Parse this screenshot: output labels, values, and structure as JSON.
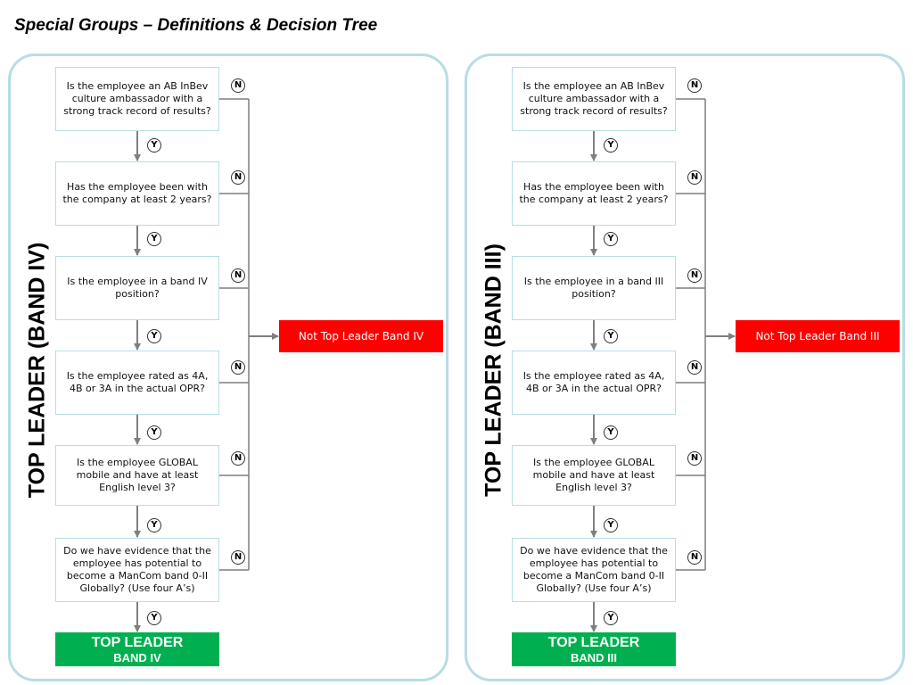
{
  "page": {
    "title": "Special Groups – Definitions & Decision Tree"
  },
  "panels": [
    {
      "side_label": "TOP LEADER  (BAND IV)",
      "questions": [
        "Is the employee an AB InBev culture ambassador with a strong track record of results?",
        "Has the employee been with the company at least 2 years?",
        "Is the employee in a band IV position?",
        "Is the employee rated as 4A, 4B or 3A in the actual OPR?",
        "Is the employee GLOBAL mobile and have at least English level 3?",
        "Do we have evidence that the employee has potential to become a ManCom band 0-II Globally? (Use four A’s)"
      ],
      "no_outcome": "Not Top Leader Band IV",
      "yes_outcome_line1": "TOP LEADER",
      "yes_outcome_line2": "BAND IV"
    },
    {
      "side_label": "TOP LEADER  (BAND III)",
      "questions": [
        "Is the employee an AB InBev culture ambassador with a strong track record of results?",
        "Has the employee been with the company at least 2 years?",
        "Is the employee in a band III position?",
        "Is the employee rated as 4A, 4B or 3A in the actual OPR?",
        "Is the employee GLOBAL mobile and have at least English level 3?",
        "Do we have evidence that the employee has potential to become a ManCom band 0-II Globally? (Use four A’s)"
      ],
      "no_outcome": "Not Top Leader Band III",
      "yes_outcome_line1": "TOP LEADER",
      "yes_outcome_line2": "BAND III"
    }
  ],
  "labels": {
    "yes": "Y",
    "no": "N"
  }
}
